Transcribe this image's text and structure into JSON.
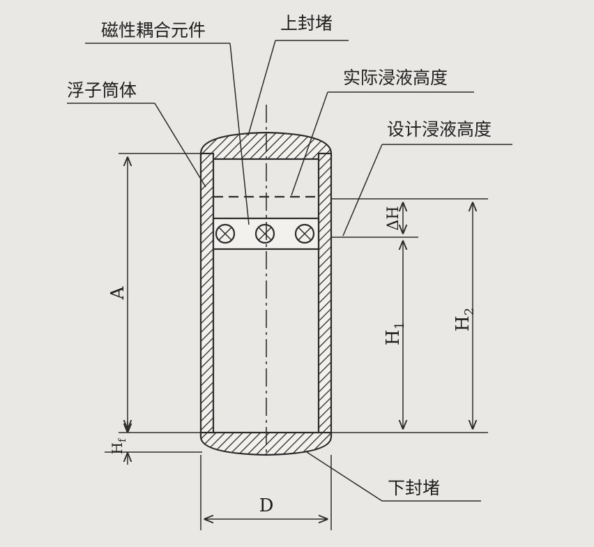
{
  "labels": {
    "magnetic_coupling": "磁性耦合元件",
    "top_cap": "上封堵",
    "actual_immersion": "实际浸液高度",
    "float_body": "浮子筒体",
    "design_immersion": "设计浸液高度",
    "bottom_cap": "下封堵"
  },
  "dimensions": {
    "A": "A",
    "D": "D",
    "delta_h": "ΔH",
    "h1": "H",
    "h1_sub": "1",
    "h2": "H",
    "h2_sub": "2",
    "hf": "H",
    "hf_sub": "f"
  },
  "colors": {
    "background": "#e9e8e4",
    "line": "#2a2a2a"
  }
}
